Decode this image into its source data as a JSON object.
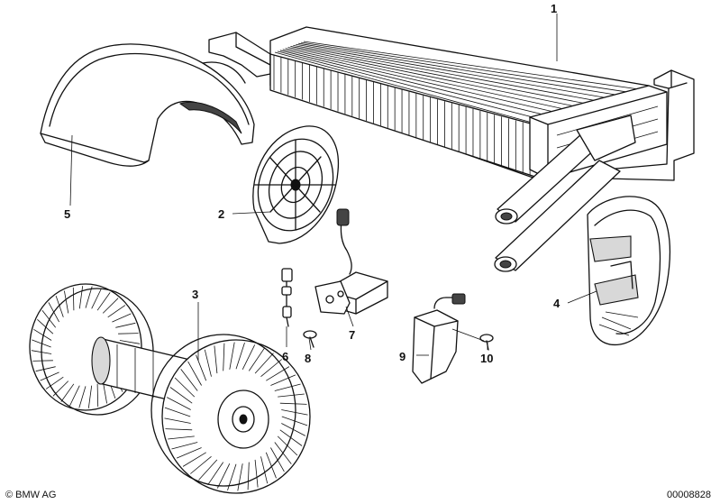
{
  "callouts": [
    {
      "label": "1"
    },
    {
      "label": "2"
    },
    {
      "label": "3"
    },
    {
      "label": "4"
    },
    {
      "label": "5"
    },
    {
      "label": "6"
    },
    {
      "label": "7"
    },
    {
      "label": "8"
    },
    {
      "label": "9"
    },
    {
      "label": "10"
    }
  ],
  "footer": {
    "brand": "© BMW AG",
    "drawing_number": "00008828"
  }
}
